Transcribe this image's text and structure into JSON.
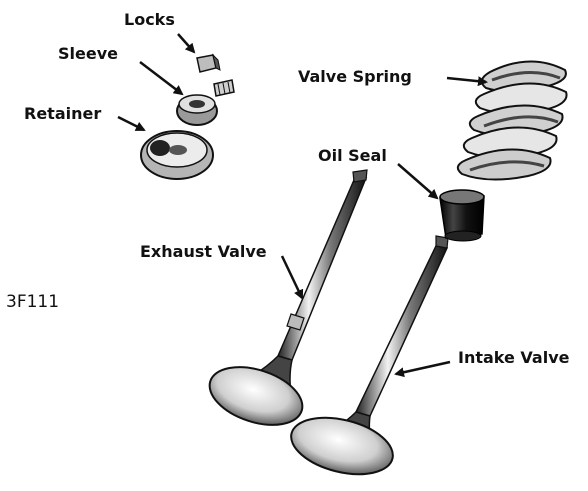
{
  "figure_code": "3F111",
  "labels": {
    "locks": "Locks",
    "sleeve": "Sleeve",
    "retainer": "Retainer",
    "valve_spring": "Valve Spring",
    "oil_seal": "Oil Seal",
    "exhaust_valve": "Exhaust Valve",
    "intake_valve": "Intake Valve"
  },
  "colors": {
    "ink": "#111111",
    "paper": "#ffffff"
  }
}
